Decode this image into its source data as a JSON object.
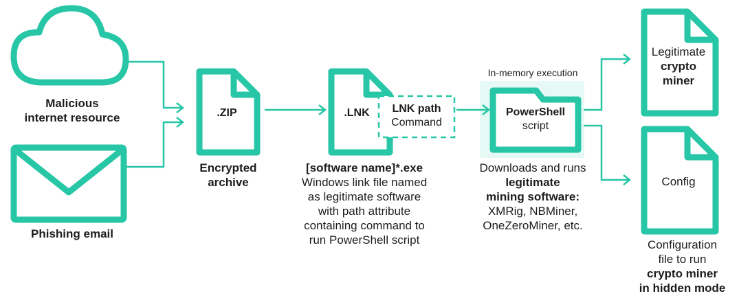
{
  "colors": {
    "accent": "#26c6a6",
    "highlight_bg": "#e6f9f5",
    "text": "#1d1d1b"
  },
  "sources": {
    "internet": {
      "icon": "cloud-icon",
      "line1": "Malicious",
      "line2": "internet resource"
    },
    "email": {
      "icon": "envelope-icon",
      "label": "Phishing email"
    }
  },
  "zip": {
    "ext": ".ZIP",
    "line1": "Encrypted",
    "line2": "archive"
  },
  "lnk": {
    "ext": ".LNK",
    "badge_line1": "LNK path",
    "badge_line2": "Command",
    "title": "[software name]*.exe",
    "desc": [
      "Windows link file named",
      "as legitimate software",
      "with path attribute",
      "containing command to",
      "run PowerShell script"
    ]
  },
  "powershell": {
    "section_label": "In-memory execution",
    "name": "PowerShell",
    "sub": "script",
    "desc_line1": "Downloads and runs",
    "desc_bold1": "legitimate",
    "desc_bold2": "mining software:",
    "desc_line4": "XMRig, NBMiner,",
    "desc_line5": "OneZeroMiner, etc."
  },
  "miner": {
    "line1": "Legitimate",
    "line2": "crypto",
    "line3": "miner"
  },
  "config": {
    "label": "Config",
    "desc_line1": "Configuration",
    "desc_line2": "file to run",
    "desc_bold1": "crypto miner",
    "desc_bold2": "in hidden mode"
  }
}
